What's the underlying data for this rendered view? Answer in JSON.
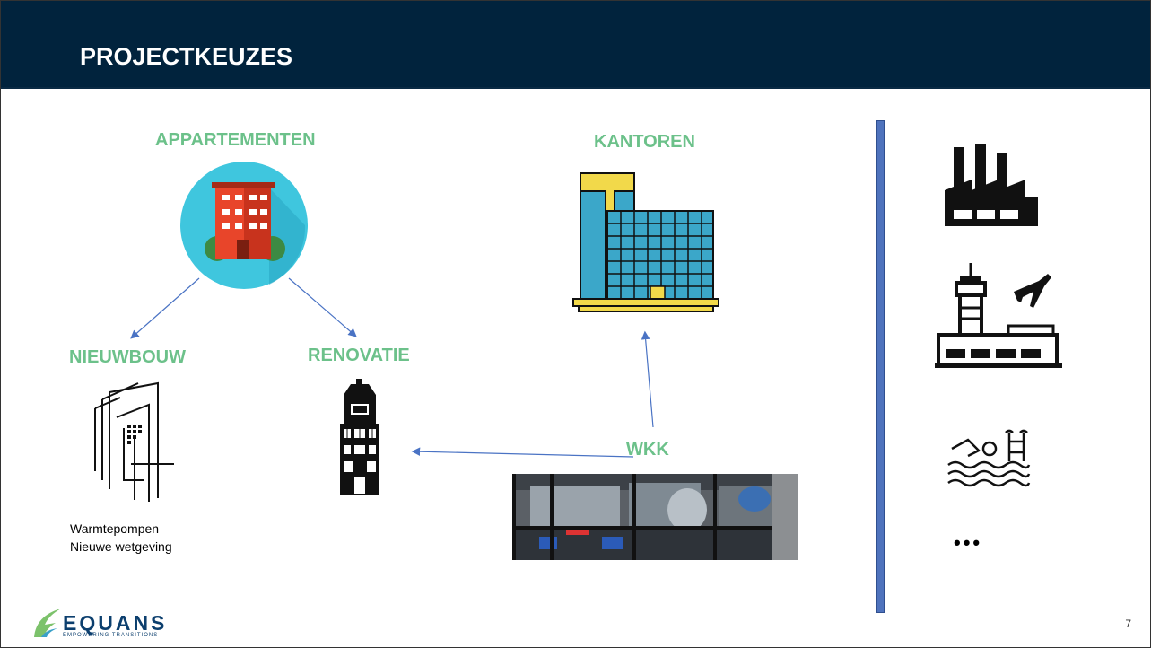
{
  "slide": {
    "title": "PROJECTKEUZES",
    "page_number": "7"
  },
  "labels": {
    "appartementen": "APPARTEMENTEN",
    "kantoren": "KANTOREN",
    "nieuwbouw": "NIEUWBOUW",
    "renovatie": "RENOVATIE",
    "wkk": "WKK"
  },
  "notes": {
    "line1": "Warmtepompen",
    "line2": "Nieuwe wetgeving"
  },
  "more": "•••",
  "logo": {
    "name": "EQUANS",
    "tagline": "EMPOWERING TRANSITIONS"
  },
  "icons": {
    "apartments": "apartment-building-icon",
    "offices": "office-tower-icon",
    "new_build": "modern-building-icon",
    "renovation": "historic-house-icon",
    "chp": "chp-engine-photo",
    "factory": "factory-icon",
    "airport": "airport-icon",
    "swimming": "swimming-pool-icon"
  },
  "colors": {
    "header_bg": "#01233d",
    "label_green": "#6cc18a",
    "divider_blue": "#4f73bd",
    "arrow_blue": "#4a73c4",
    "brand_blue": "#0c3f6e"
  }
}
